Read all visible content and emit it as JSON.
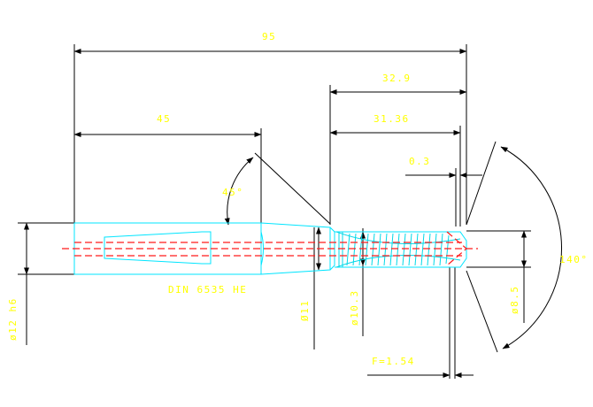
{
  "drawing": {
    "colors": {
      "background": "#ffffff",
      "dimension_lines": "#000000",
      "dimension_text": "#ffff00",
      "part_outline": "#00e5ff",
      "center_lines": "#ff1a1a"
    },
    "dimensions": {
      "overall_length": "95",
      "shank_length": "45",
      "tap_length": "32.9",
      "thread_length": "31.36",
      "tip_offset": "0.3",
      "chamfer_angle": "45°",
      "tip_angle": "140°",
      "shank_diameter": "ø12 h6",
      "neck_diameter": "Ø11",
      "thread_diameter": "ø10.3",
      "tip_diameter": "ø8.5",
      "pitch": "F=1.54"
    },
    "labels": {
      "shank_standard": "DIN 6535 HE"
    }
  }
}
